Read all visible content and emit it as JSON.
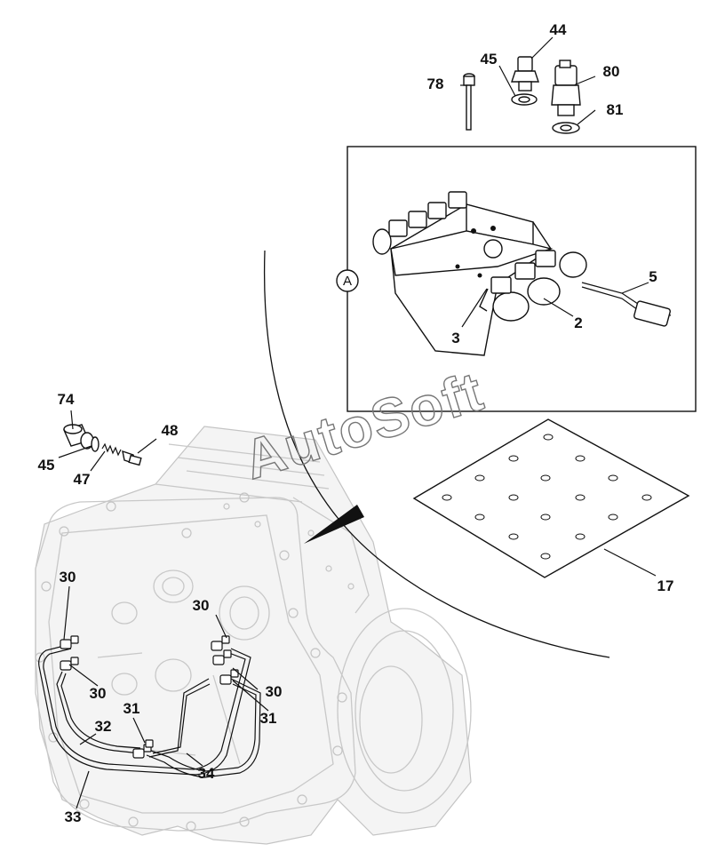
{
  "watermark": "AutoSoft",
  "view_marker": "A",
  "callouts": {
    "c44": "44",
    "c45_top": "45",
    "c80": "80",
    "c78": "78",
    "c81": "81",
    "c5": "5",
    "c2": "2",
    "c3": "3",
    "c74": "74",
    "c48": "48",
    "c45_left": "45",
    "c47": "47",
    "c17": "17",
    "c30_a": "30",
    "c30_b": "30",
    "c30_c": "30",
    "c30_d": "30",
    "c31_a": "31",
    "c31_b": "31",
    "c32": "32",
    "c33": "33",
    "c34": "34"
  }
}
